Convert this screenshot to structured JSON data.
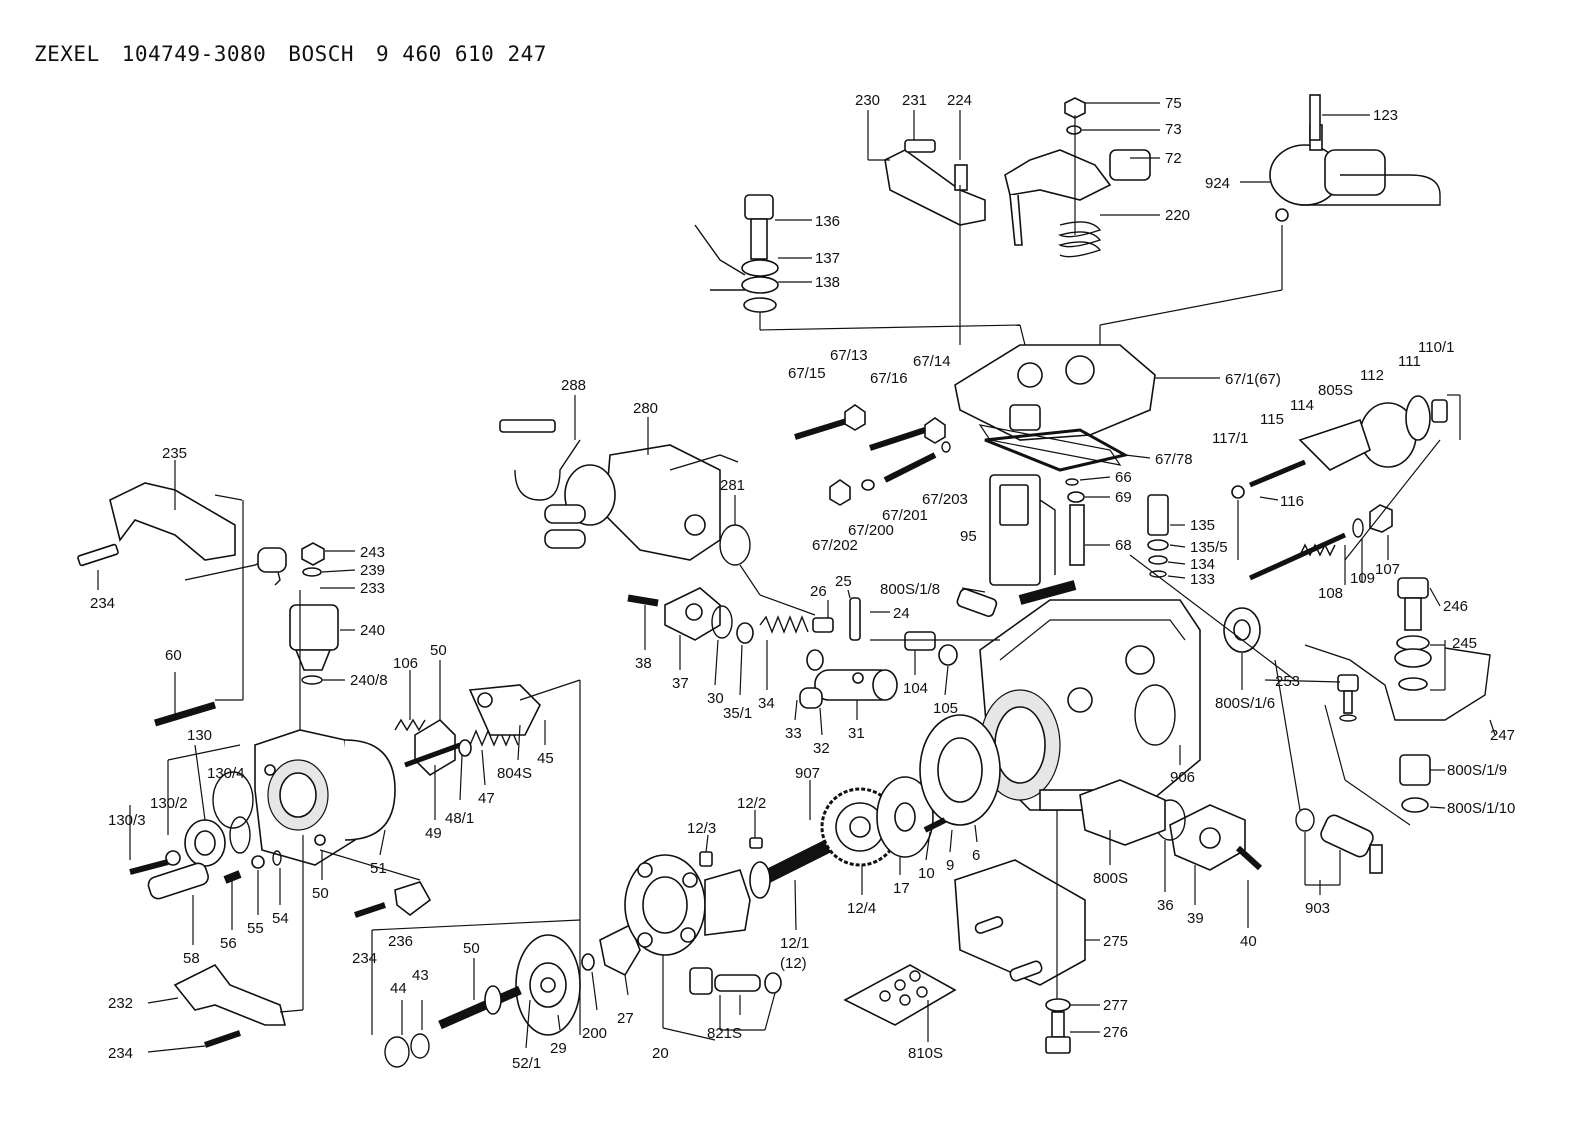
{
  "header": {
    "maker_a": "ZEXEL",
    "part_no_a": "104749-3080",
    "maker_b": "BOSCH",
    "part_no_b": "9 460 610 247"
  },
  "parts": {
    "p230": "230",
    "p231": "231",
    "p224": "224",
    "p75": "75",
    "p73": "73",
    "p72": "72",
    "p220": "220",
    "p123": "123",
    "p924": "924",
    "p136": "136",
    "p137": "137",
    "p138": "138",
    "p67_13": "67/13",
    "p67_15": "67/15",
    "p67_16": "67/16",
    "p67_14": "67/14",
    "p67_1": "67/1(67)",
    "p67_78": "67/78",
    "p110_1": "110/1",
    "p111": "111",
    "p112": "112",
    "p805S": "805S",
    "p114": "114",
    "p115": "115",
    "p117_1": "117/1",
    "p116": "116",
    "p288": "288",
    "p280": "280",
    "p281": "281",
    "p66": "66",
    "p69": "69",
    "p67_203": "67/203",
    "p67_201": "67/201",
    "p67_200": "67/200",
    "p67_202": "67/202",
    "p95": "95",
    "p68": "68",
    "p135": "135",
    "p135_5": "135/5",
    "p134": "134",
    "p133": "133",
    "p107": "107",
    "p109": "109",
    "p108": "108",
    "p235": "235",
    "p234a": "234",
    "p243": "243",
    "p239": "239",
    "p233": "233",
    "p240": "240",
    "p240_8": "240/8",
    "p106": "106",
    "p50a": "50",
    "p60": "60",
    "p130": "130",
    "p130_4": "130/4",
    "p130_2": "130/2",
    "p130_3": "130/3",
    "p800S_1_8": "800S/1/8",
    "p26": "26",
    "p25": "25",
    "p24": "24",
    "p38": "38",
    "p37": "37",
    "p30": "30",
    "p35_1": "35/1",
    "p34": "34",
    "p33": "33",
    "p32": "32",
    "p31": "31",
    "p104": "104",
    "p105": "105",
    "p800S_1_6": "800S/1/6",
    "p253": "253",
    "p246": "246",
    "p245": "245",
    "p247": "247",
    "p906": "906",
    "p800S_1_9": "800S/1/9",
    "p800S_1_10": "800S/1/10",
    "p49": "49",
    "p48_1": "48/1",
    "p47": "47",
    "p804S": "804S",
    "p45": "45",
    "p51": "51",
    "p50b": "50",
    "p58": "58",
    "p56": "56",
    "p55": "55",
    "p54": "54",
    "p907": "907",
    "p12_2": "12/2",
    "p12_3": "12/3",
    "p12_4": "12/4",
    "p17": "17",
    "p10": "10",
    "p9": "9",
    "p6": "6",
    "p800S": "800S",
    "p36": "36",
    "p39": "39",
    "p40": "40",
    "p903": "903",
    "p234b": "234",
    "p236": "236",
    "p12_1": "12/1",
    "p12": "(12)",
    "p275": "275",
    "p232": "232",
    "p234c": "234",
    "p44": "44",
    "p43": "43",
    "p50c": "50",
    "p52_1": "52/1",
    "p29": "29",
    "p200": "200",
    "p27": "27",
    "p20": "20",
    "p821S": "821S",
    "p810S": "810S",
    "p277": "277",
    "p276": "276"
  }
}
